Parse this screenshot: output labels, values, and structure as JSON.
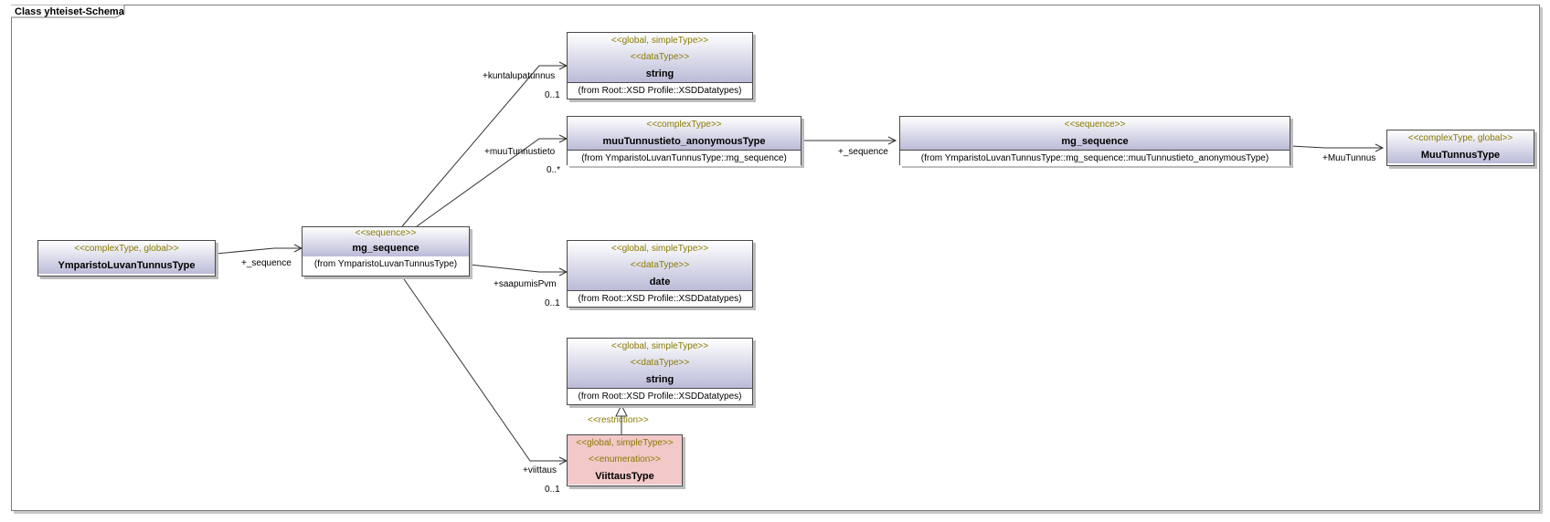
{
  "frame": {
    "title": "Class yhteiset-Schema"
  },
  "classes": {
    "ymparisto": {
      "stereotypes": [
        "<<complexType, global>>"
      ],
      "name": "YmparistoLuvanTunnusType",
      "from": ""
    },
    "mgseq": {
      "stereotypes": [
        "<<sequence>>"
      ],
      "name": "mg_sequence",
      "from": "(from YmparistoLuvanTunnusType)"
    },
    "string1": {
      "stereotypes": [
        "<<global, simpleType>>",
        "<<dataType>>"
      ],
      "name": "string",
      "from": "(from Root::XSD Profile::XSDDatatypes)"
    },
    "muutunnus": {
      "stereotypes": [
        "<<complexType>>"
      ],
      "name": "muuTunnustieto_anonymousType",
      "from": "(from YmparistoLuvanTunnusType::mg_sequence)"
    },
    "mgseq2": {
      "stereotypes": [
        "<<sequence>>"
      ],
      "name": "mg_sequence",
      "from": "(from YmparistoLuvanTunnusType::mg_sequence::muuTunnustieto_anonymousType)"
    },
    "muutunnustype": {
      "stereotypes": [
        "<<complexType, global>>"
      ],
      "name": "MuuTunnusType",
      "from": ""
    },
    "date": {
      "stereotypes": [
        "<<global, simpleType>>",
        "<<dataType>>"
      ],
      "name": "date",
      "from": "(from Root::XSD Profile::XSDDatatypes)"
    },
    "string2": {
      "stereotypes": [
        "<<global, simpleType>>",
        "<<dataType>>"
      ],
      "name": "string",
      "from": "(from Root::XSD Profile::XSDDatatypes)"
    },
    "viittaus": {
      "stereotypes": [
        "<<global, simpleType>>",
        "<<enumeration>>"
      ],
      "name": "ViittausType",
      "from": ""
    }
  },
  "associations": {
    "seq1": {
      "role": "+_sequence"
    },
    "kuntalupa": {
      "role": "+kuntalupatunnus",
      "mult": "0..1"
    },
    "muutieto": {
      "role": "+muuTunnustieto",
      "mult": "0..*"
    },
    "seq2": {
      "role": "+_sequence"
    },
    "muutunnus": {
      "role": "+MuuTunnus"
    },
    "saapumis": {
      "role": "+saapumisPvm",
      "mult": "0..1"
    },
    "viittaus": {
      "role": "+viittaus",
      "mult": "0..1"
    },
    "restriction": {
      "label": "<<restriction>>"
    }
  },
  "colors": {
    "stereotype": "#8a7a00",
    "classFill": "#bbbbd8",
    "enumFill": "#f2c8c8"
  }
}
